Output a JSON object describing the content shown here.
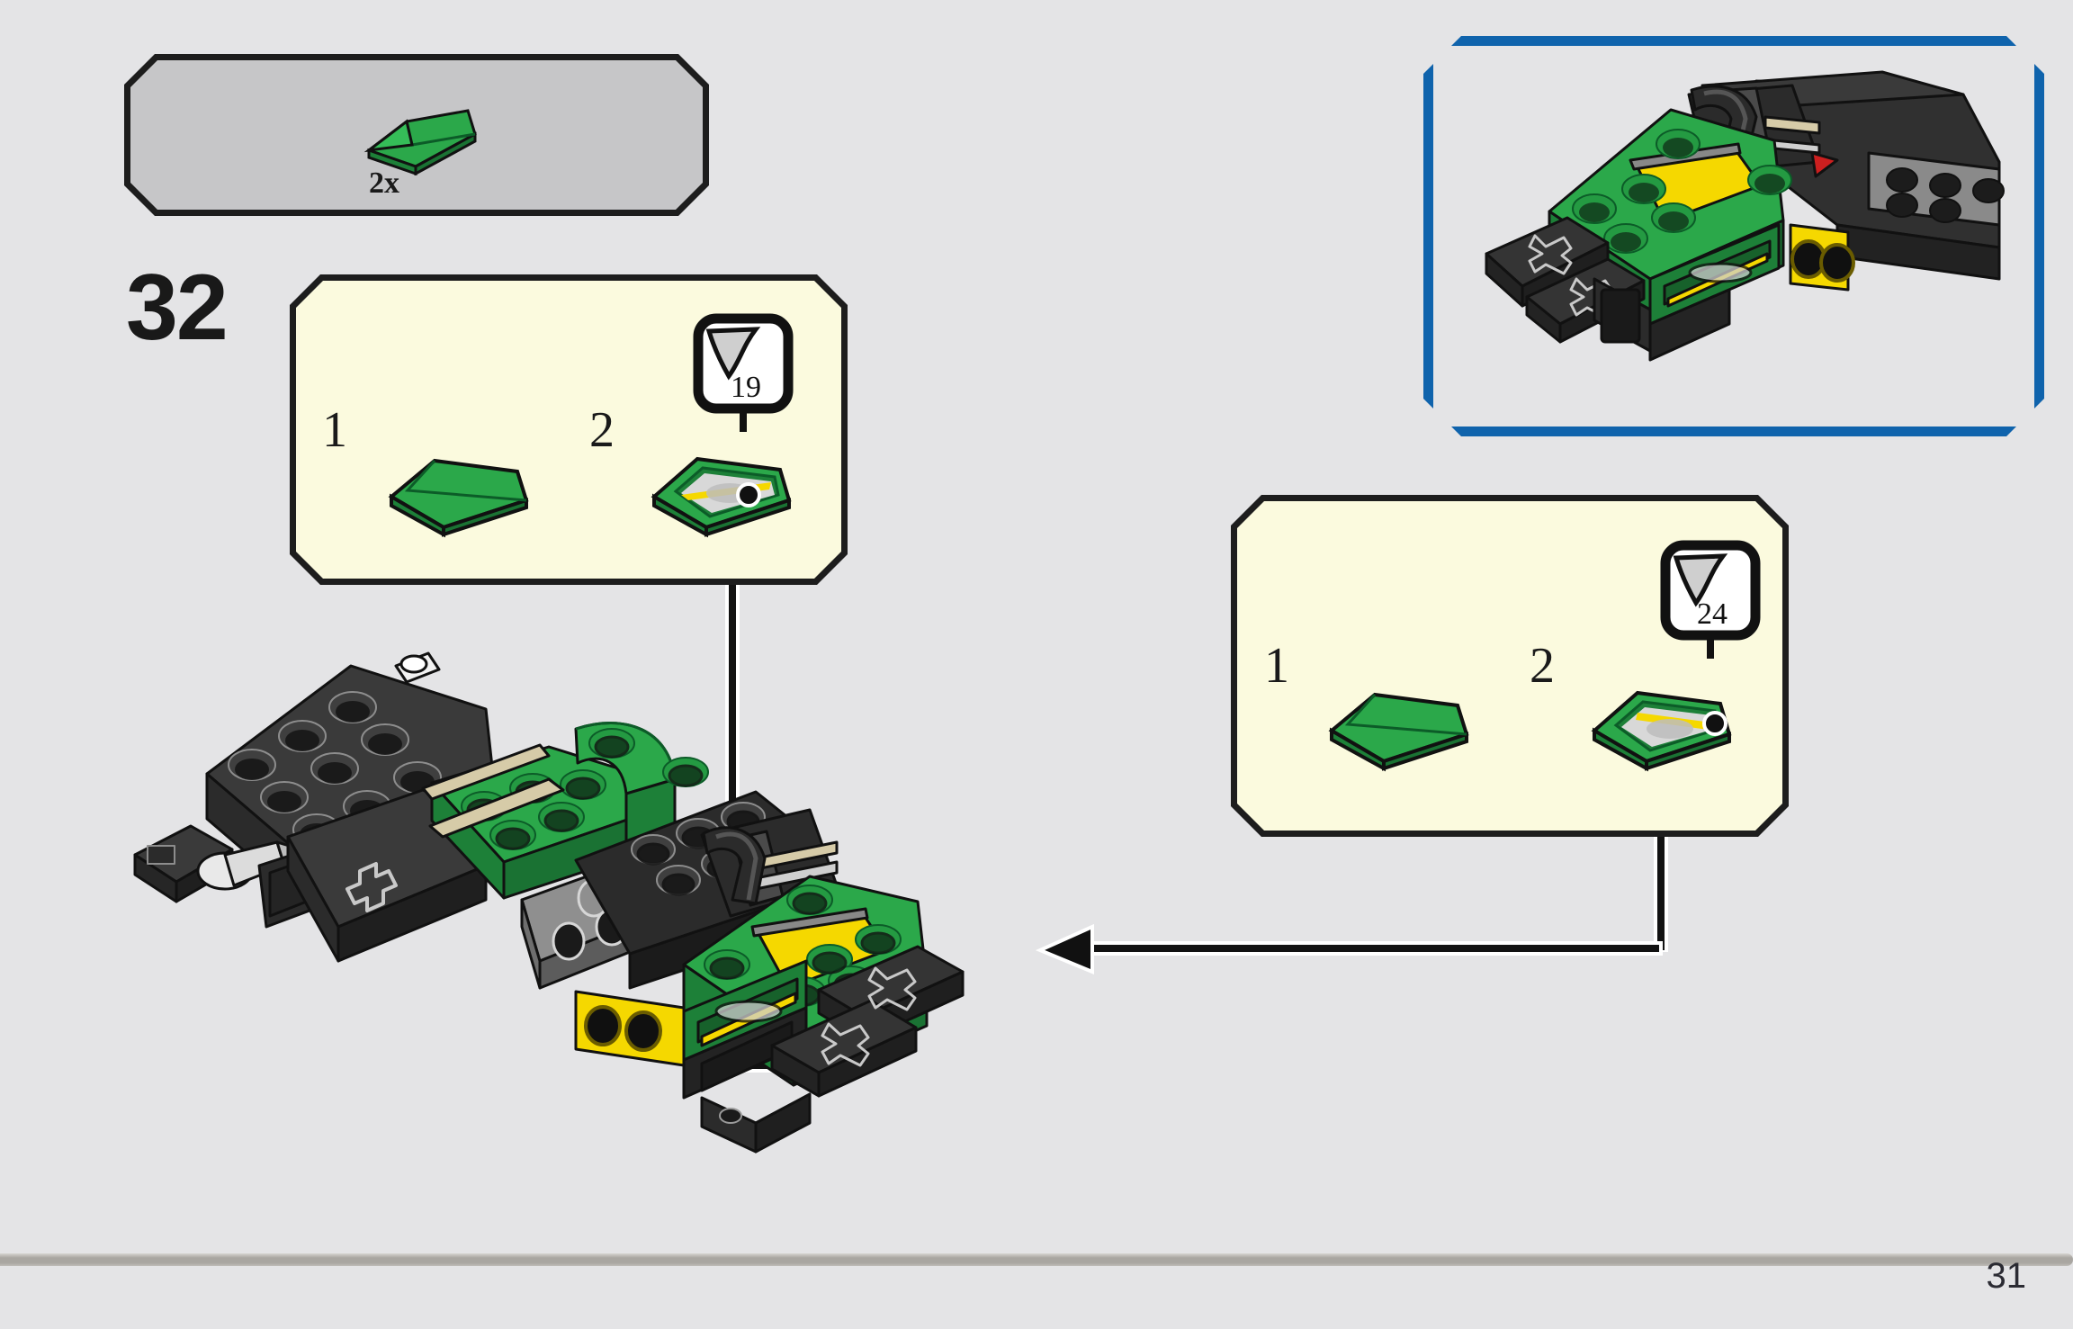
{
  "page": {
    "number": "31",
    "step_number": "32",
    "background_color": "#e4e4e6"
  },
  "parts_bin": {
    "name": "parts-callout",
    "quantity_label": "2x",
    "part_color": "#2BA84A",
    "part_description": "green-slope-wedge-1x2",
    "box_color": "#c6c6c8"
  },
  "sticker_steps": [
    {
      "id": "sticker-19",
      "sheet_number": "19",
      "substep_1": "1",
      "substep_2": "2",
      "box_color": "#fbfade",
      "part_color": "#2BA84A",
      "sticker_accent": "#F5D800"
    },
    {
      "id": "sticker-24",
      "sheet_number": "24",
      "substep_1": "1",
      "substep_2": "2",
      "box_color": "#fbfade",
      "part_color": "#2BA84A",
      "sticker_accent": "#F5D800"
    }
  ],
  "result_inset": {
    "name": "result-preview",
    "border_color": "#0f63ac",
    "description": "close-up of assembled green and black race car front section with yellow sticker panel"
  },
  "main_model": {
    "name": "assembly-illustration",
    "colors": {
      "green": "#2BA84A",
      "dark_green": "#1d8038",
      "black": "#2b2b2b",
      "dark_grey": "#4a4a4a",
      "light_grey": "#9b9b9b",
      "yellow": "#F5D800",
      "red": "#CC1F1F",
      "tan": "#d6cba8",
      "white": "#ffffff"
    }
  },
  "colors": {
    "outline": "#1d1d1d",
    "accent_blue": "#0f63ac",
    "text": "#1a1a1a",
    "footer_rule": "#a9a6a1"
  }
}
